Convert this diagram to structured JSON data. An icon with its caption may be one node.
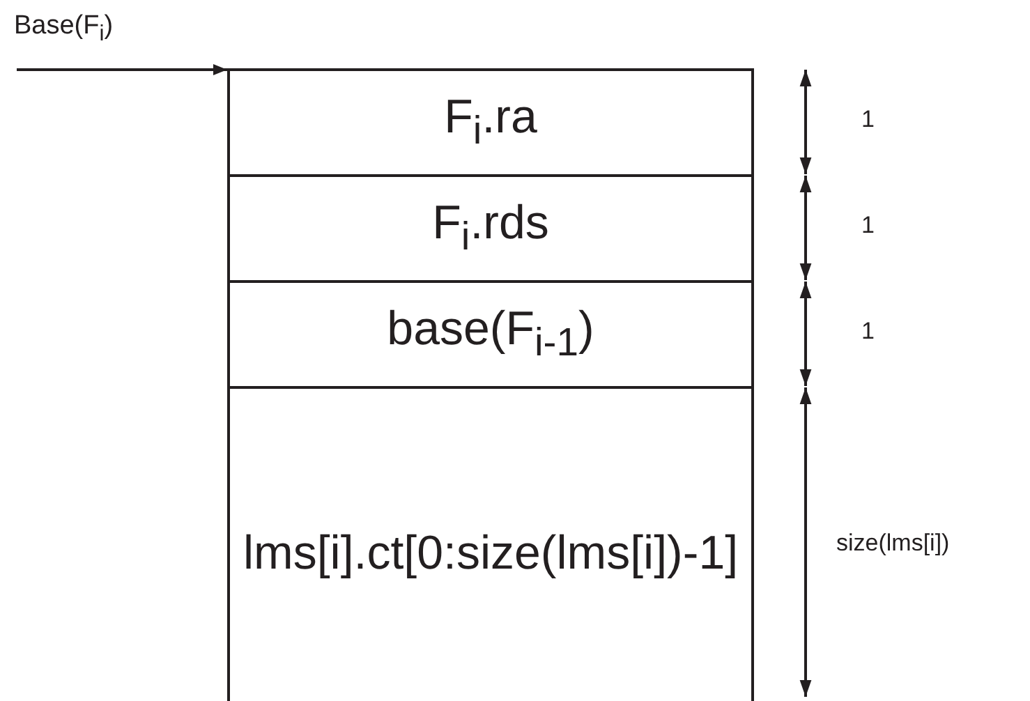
{
  "diagram": {
    "nodes": [
      {
        "text": [
          "Base(F$_{i}$)"
        ]
      },
      {
        "text": [
          "F$_{i}$.ra"
        ]
      },
      {
        "text": [
          "F$_{i}$.rds"
        ]
      },
      {
        "text": [
          "base(F$_{i-1}$)"
        ]
      },
      {
        "text": [
          "lms[i].ct[0:size(lms[i])-1]"
        ]
      }
    ],
    "edges": [
      {
        "from": 0,
        "to": 1,
        "arrow": "to"
      }
    ],
    "labels": [
      "1",
      "1",
      "1",
      "size(lms[i])"
    ]
  }
}
